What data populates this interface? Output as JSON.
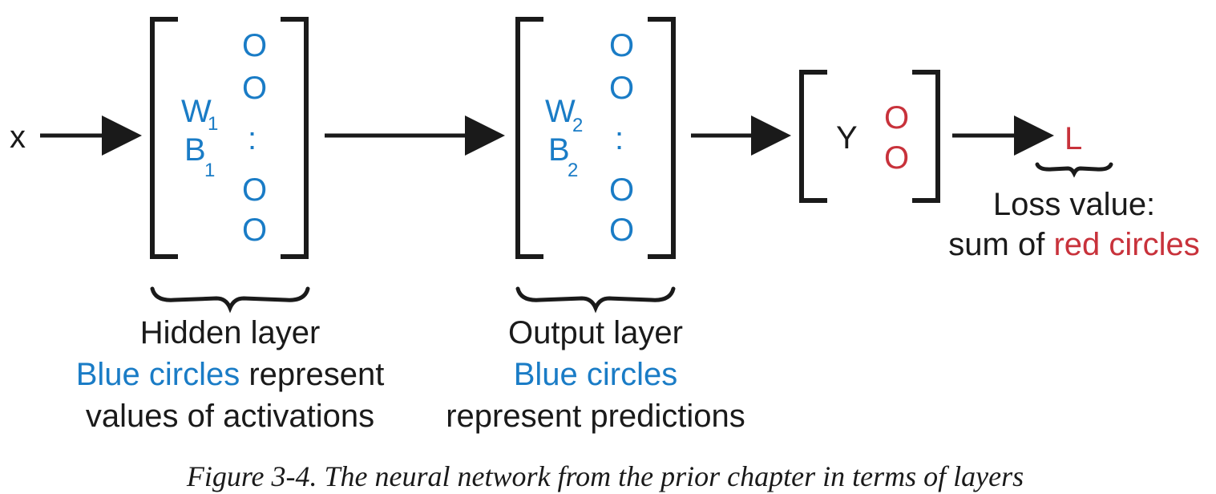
{
  "colors": {
    "blue": "#1a7cc6",
    "red": "#c8323b",
    "black": "#1a1a1a"
  },
  "input": {
    "label": "x"
  },
  "hidden_layer": {
    "weight": {
      "base": "W",
      "sub": "1"
    },
    "bias": {
      "base": "B",
      "sub": "1"
    },
    "nodes": [
      "O",
      "O",
      ":",
      "O",
      "O"
    ],
    "title": "Hidden layer",
    "desc_highlight": "Blue circles",
    "desc_rest_1": " represent",
    "desc_line_2": "values of activations"
  },
  "output_layer": {
    "weight": {
      "base": "W",
      "sub": "2"
    },
    "bias": {
      "base": "B",
      "sub": "2"
    },
    "nodes": [
      "O",
      "O",
      ":",
      "O",
      "O"
    ],
    "title": "Output layer",
    "desc_highlight": "Blue circles",
    "desc_line_2": "represent predictions"
  },
  "target": {
    "label": "Y",
    "nodes": [
      "O",
      "O"
    ]
  },
  "loss": {
    "label": "L",
    "title": "Loss value:",
    "desc_prefix": "sum of ",
    "desc_highlight": "red circles"
  },
  "caption": "Figure 3-4. The neural network from the prior chapter in terms of layers"
}
